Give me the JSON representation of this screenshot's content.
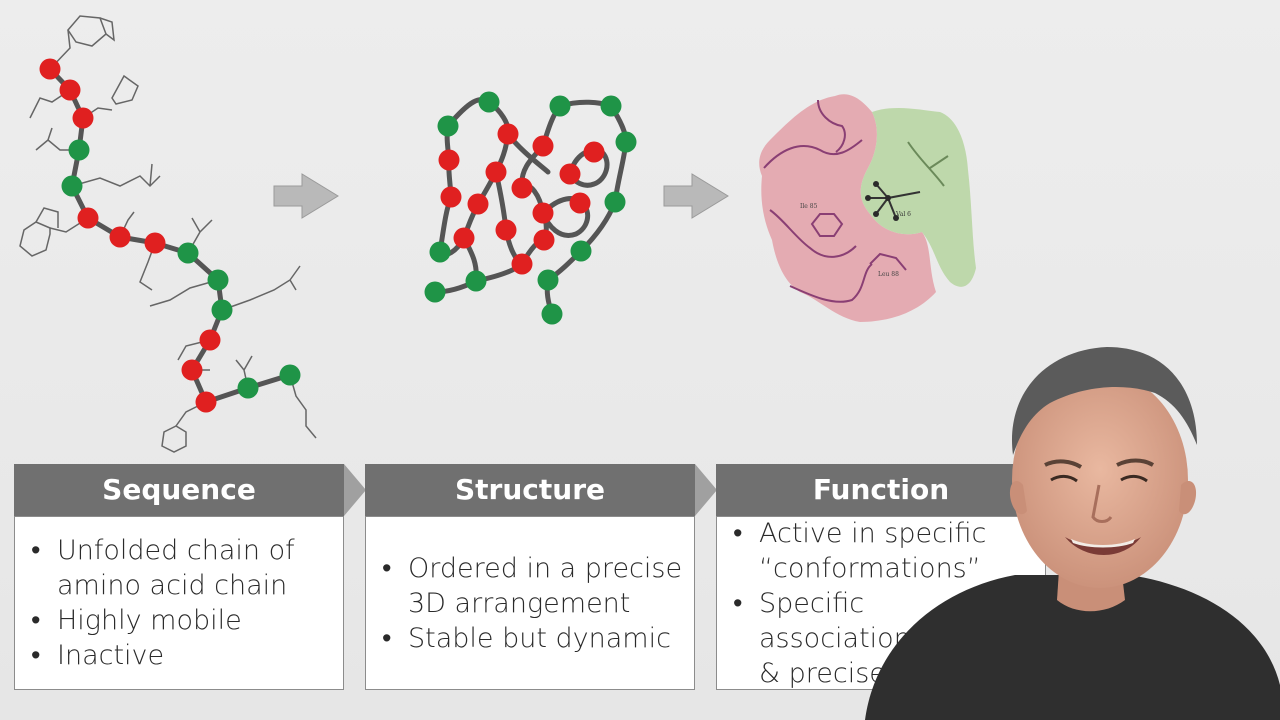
{
  "boxes": [
    {
      "header": "Sequence",
      "bullets": [
        "Unfolded chain of\namino acid chain",
        "Highly mobile",
        "Inactive"
      ]
    },
    {
      "header": "Structure",
      "bullets": [
        "Ordered in a precise\n3D arrangement",
        "Stable but dynamic"
      ]
    },
    {
      "header": "Function",
      "bullets": [
        "Active in specific\n“conformations”",
        "Specific associations\n& precise reactions"
      ]
    }
  ],
  "bullet_symbol": "•",
  "figure_labels": {
    "residue_1": "Ile 85",
    "residue_2": "Val 6",
    "residue_3": "Leu 88"
  },
  "colors": {
    "residue_hydrophobic": "#e02020",
    "residue_polar": "#1f9447",
    "header_bg": "#707070",
    "arrow": "#b9b9b9",
    "pocket_red": "#e3a0a8",
    "pocket_green": "#b9d6a4",
    "backbone": "#8a3f74"
  },
  "icons": [
    "right-arrow-icon",
    "chevron-right-icon"
  ]
}
